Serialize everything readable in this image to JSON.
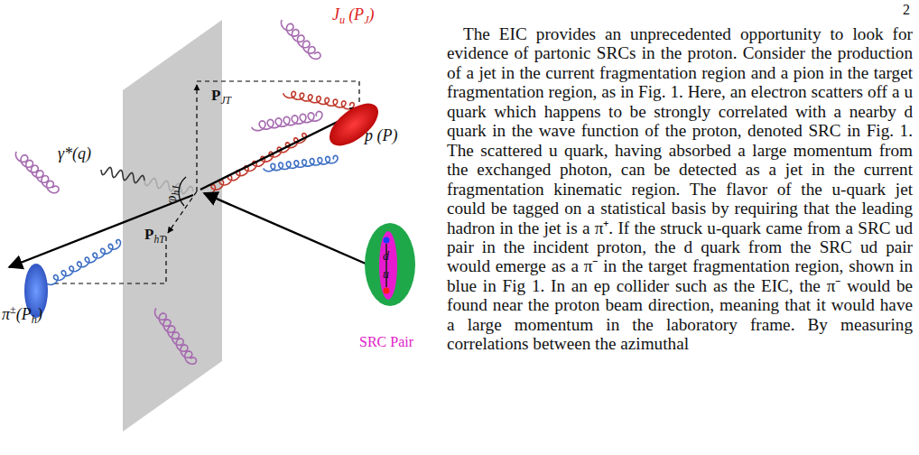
{
  "diagram": {
    "labels": [
      "2",
      "The EIC provides an unprecedented opportunity to look for evidence of partonic SRCs in the proton. Consider the production of a jet in the current fragmentation region and a pion in the target fragmentation region, as in Fig. 1. Here, an electron scatters off a u quark which happens to be strongly correlated with a nearby d quark in the wave function of the proton, denoted SRC in Fig. 1. The scattered u quark, having absorbed a large momentum from the exchanged photon, can be detected as a jet in the current fragmentation kinematic region. The flavor of the u-quark jet could be tagged on a statistical basis by requiring that the leading hadron in the jet is a π⁺. If the struck u-quark came from a SRC ud pair in the incident proton, the d quark from the SRC ud pair would emerge as a π⁻ in the target fragmentation region, shown in blue in Fig 1. In an ep collider such as the EIC, the π⁻ would be found near the proton beam direction, meaning that it would have a large momentum in the laboratory frame. By measuring correlations between the azimuthal",
      "J",
      "u",
      "(P",
      "J",
      ")",
      "p (P)",
      "SRC Pair",
      "d",
      "u",
      "γ*(q)",
      "π",
      "±",
      "(P",
      "h",
      ")",
      "P",
      "JT",
      "P",
      "hT",
      "φ",
      "hJ"
    ]
  }
}
